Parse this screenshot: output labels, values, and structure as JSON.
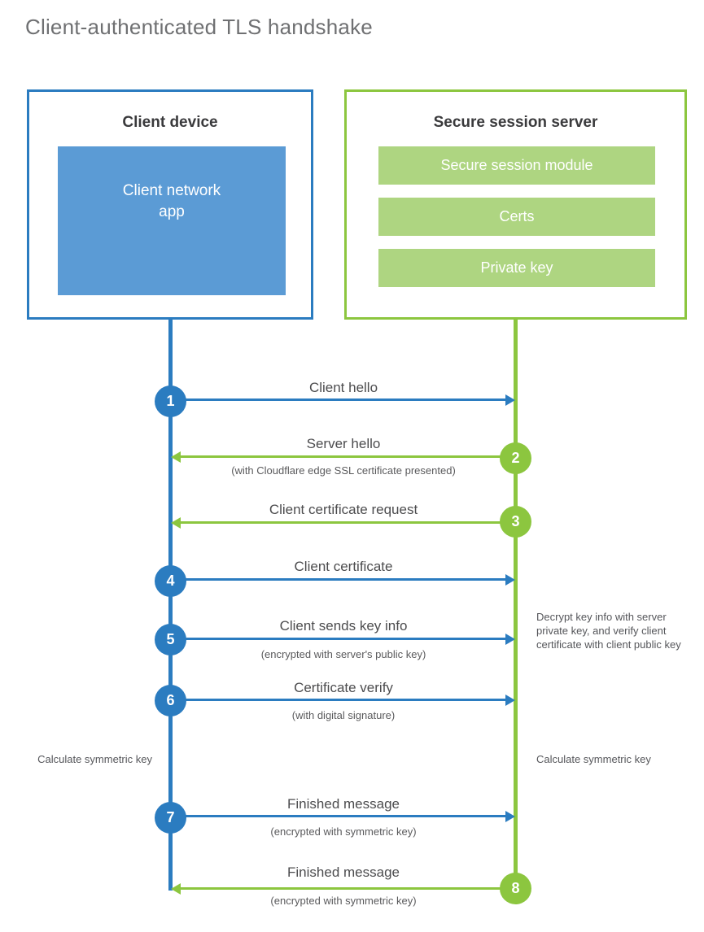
{
  "title": "Client-authenticated TLS handshake",
  "colors": {
    "client_blue": "#2b7cc0",
    "client_app_fill": "#5b9bd5",
    "server_green": "#8cc63f",
    "server_bar_fill": "#aed581",
    "title_gray": "#6f7072",
    "label_gray": "#4c4c4e"
  },
  "client": {
    "title": "Client device",
    "app_label": "Client network\napp"
  },
  "server": {
    "title": "Secure session server",
    "modules": [
      "Secure session module",
      "Certs",
      "Private key"
    ]
  },
  "steps": [
    {
      "number": "1",
      "side": "client",
      "direction": "right",
      "label": "Client hello",
      "sub": ""
    },
    {
      "number": "2",
      "side": "server",
      "direction": "left",
      "label": "Server hello",
      "sub": "(with Cloudflare edge SSL certificate presented)"
    },
    {
      "number": "3",
      "side": "server",
      "direction": "left",
      "label": "Client certificate request",
      "sub": ""
    },
    {
      "number": "4",
      "side": "client",
      "direction": "right",
      "label": "Client certificate",
      "sub": ""
    },
    {
      "number": "5",
      "side": "client",
      "direction": "right",
      "label": "Client sends key info",
      "sub": "(encrypted with server's public key)"
    },
    {
      "number": "6",
      "side": "client",
      "direction": "right",
      "label": "Certificate verify",
      "sub": "(with digital signature)"
    },
    {
      "number": "7",
      "side": "client",
      "direction": "right",
      "label": "Finished message",
      "sub": "(encrypted with symmetric key)"
    },
    {
      "number": "8",
      "side": "server",
      "direction": "left",
      "label": "Finished message",
      "sub": "(encrypted with symmetric key)"
    }
  ],
  "annotations": {
    "server_decrypt": "Decrypt key info with server private key, and verify client certificate with client public key",
    "client_calculate": "Calculate symmetric key",
    "server_calculate": "Calculate symmetric key"
  }
}
